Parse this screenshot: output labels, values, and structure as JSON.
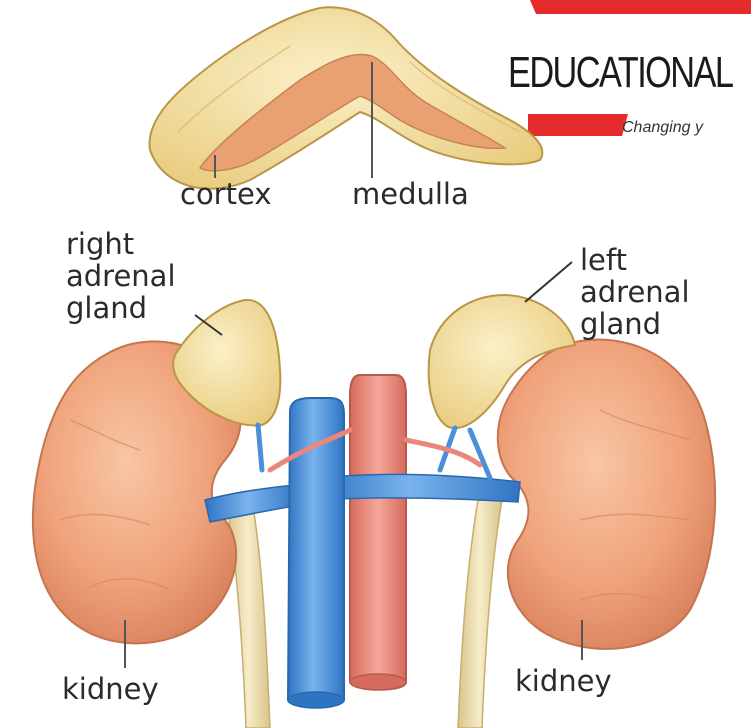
{
  "logo": {
    "text": "EDUCATIONAL",
    "tagline": "Changing y",
    "accent_color": "#e52b2b"
  },
  "labels": {
    "cortex": "cortex",
    "medulla": "medulla",
    "right_adrenal": "right\nadrenal\ngland",
    "left_adrenal": "left\nadrenal\ngland",
    "kidney_left_side": "kidney",
    "kidney_right_side": "kidney"
  },
  "colors": {
    "kidney": "#f0a37c",
    "adrenal": "#f2dc9b",
    "medulla": "#e9a173",
    "vein": "#4a8fd8",
    "artery": "#e8877a",
    "ureter": "#e6d6a6"
  }
}
